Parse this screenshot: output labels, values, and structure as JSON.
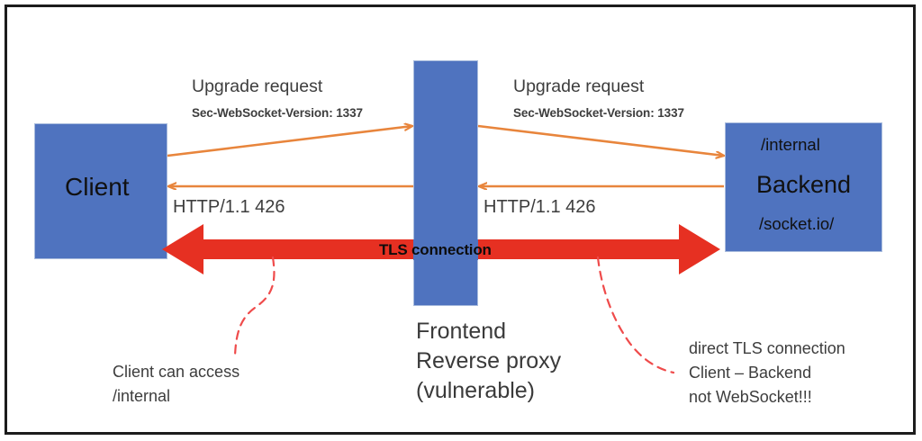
{
  "diagram": {
    "title_present": false,
    "colors": {
      "node_blue": "#4f73bf",
      "tls_red": "#e63022",
      "http_orange": "#e8853c",
      "leader_pink": "#ef4b4b",
      "frame_black": "#1c1c1c",
      "text_gray": "#3d3d3d"
    },
    "nodes": {
      "client": {
        "label": "Client"
      },
      "proxy": {
        "caption_line1": "Frontend",
        "caption_line2": "Reverse proxy",
        "caption_line3": "(vulnerable)"
      },
      "backend": {
        "top_path": "/internal",
        "label": "Backend",
        "bottom_path": "/socket.io/"
      }
    },
    "flows": {
      "client_to_proxy": {
        "title": "Upgrade request",
        "header": "Sec-WebSocket-Version: 1337",
        "response": "HTTP/1.1 426"
      },
      "proxy_to_backend": {
        "title": "Upgrade request",
        "header": "Sec-WebSocket-Version: 1337",
        "response": "HTTP/1.1 426"
      },
      "tls": {
        "label": "TLS connection"
      }
    },
    "annotations": {
      "left": {
        "line1": "Client can access",
        "line2": "/internal"
      },
      "right": {
        "line1": "direct TLS connection",
        "line2": "Client – Backend",
        "line3": "not WebSocket!!!"
      }
    }
  }
}
